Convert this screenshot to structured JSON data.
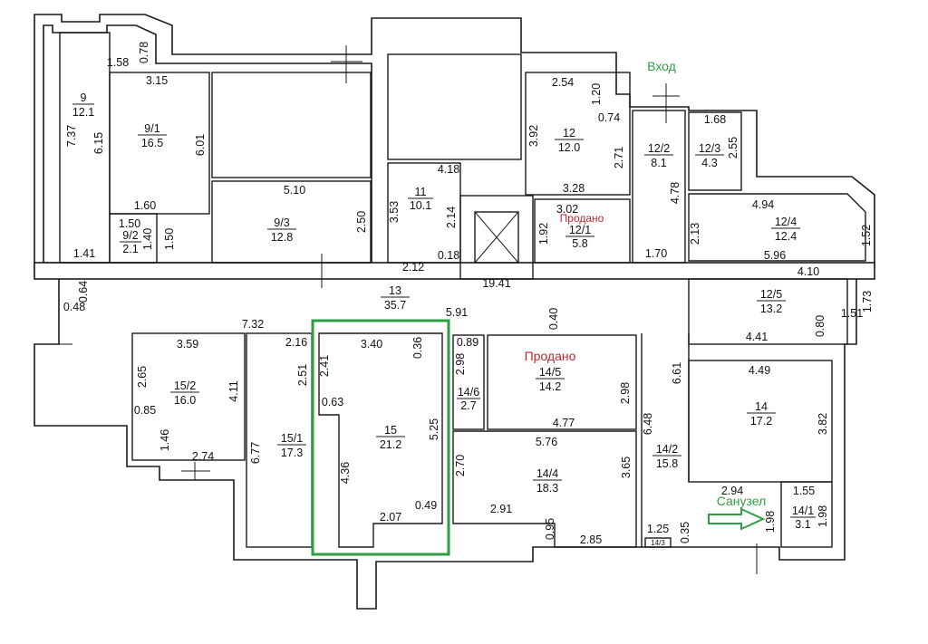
{
  "colors": {
    "wall": "#1a1a1a",
    "sold": "#c0262d",
    "highlight": "#2e9e45",
    "background": "#ffffff"
  },
  "annotations": {
    "entrance": "Вход",
    "sold_small": "Продано",
    "sold_large": "Продано",
    "restroom": "Санузел"
  },
  "rooms": [
    {
      "id": "9",
      "number": "9",
      "area": "12.1"
    },
    {
      "id": "9-1",
      "number": "9/1",
      "area": "16.5"
    },
    {
      "id": "9-2",
      "number": "9/2",
      "area": "2.1"
    },
    {
      "id": "9-3",
      "number": "9/3",
      "area": "12.8"
    },
    {
      "id": "11",
      "number": "11",
      "area": "10.1"
    },
    {
      "id": "12",
      "number": "12",
      "area": "12.0"
    },
    {
      "id": "12-1",
      "number": "12/1",
      "area": "5.8"
    },
    {
      "id": "12-2",
      "number": "12/2",
      "area": "8.1"
    },
    {
      "id": "12-3",
      "number": "12/3",
      "area": "4.3"
    },
    {
      "id": "12-4",
      "number": "12/4",
      "area": "12.4"
    },
    {
      "id": "12-5",
      "number": "12/5",
      "area": "13.2"
    },
    {
      "id": "13",
      "number": "13",
      "area": "35.7"
    },
    {
      "id": "14",
      "number": "14",
      "area": "17.2"
    },
    {
      "id": "14-1",
      "number": "14/1",
      "area": "3.1"
    },
    {
      "id": "14-2",
      "number": "14/2",
      "area": "15.8"
    },
    {
      "id": "14-3",
      "number": "14/3",
      "area": ""
    },
    {
      "id": "14-4",
      "number": "14/4",
      "area": "18.3"
    },
    {
      "id": "14-5",
      "number": "14/5",
      "area": "14.2"
    },
    {
      "id": "14-6",
      "number": "14/6",
      "area": "2.7"
    },
    {
      "id": "15",
      "number": "15",
      "area": "21.2"
    },
    {
      "id": "15-1",
      "number": "15/1",
      "area": "17.3"
    },
    {
      "id": "15-2",
      "number": "15/2",
      "area": "16.0"
    }
  ],
  "dimensions": [
    "1.58",
    "0.78",
    "3.15",
    "7.37",
    "6.15",
    "6.01",
    "1.60",
    "1.50",
    "1.40",
    "1.50",
    "1.41",
    "5.10",
    "2.50",
    "4.18",
    "3.53",
    "2.14",
    "0.18",
    "2.12",
    "19.41",
    "2.54",
    "1.20",
    "0.74",
    "3.92",
    "2.71",
    "3.28",
    "3.02",
    "1.92",
    "1.70",
    "1.68",
    "2.55",
    "4.78",
    "2.13",
    "4.94",
    "1.52",
    "5.96",
    "4.10",
    "1.73",
    "0.80",
    "1.51",
    "4.41",
    "0.64",
    "0.48",
    "5.91",
    "0.40",
    "7.32",
    "3.59",
    "2.16",
    "3.40",
    "0.36",
    "0.89",
    "2.98",
    "2.98",
    "2.65",
    "4.11",
    "0.85",
    "1.46",
    "2.74",
    "2.51",
    "6.77",
    "2.41",
    "0.63",
    "5.25",
    "4.36",
    "2.07",
    "0.49",
    "4.77",
    "5.76",
    "2.70",
    "3.65",
    "2.91",
    "0.95",
    "2.85",
    "6.61",
    "6.48",
    "4.49",
    "3.82",
    "2.94",
    "1.55",
    "1.98",
    "1.98",
    "1.25",
    "0.35"
  ]
}
